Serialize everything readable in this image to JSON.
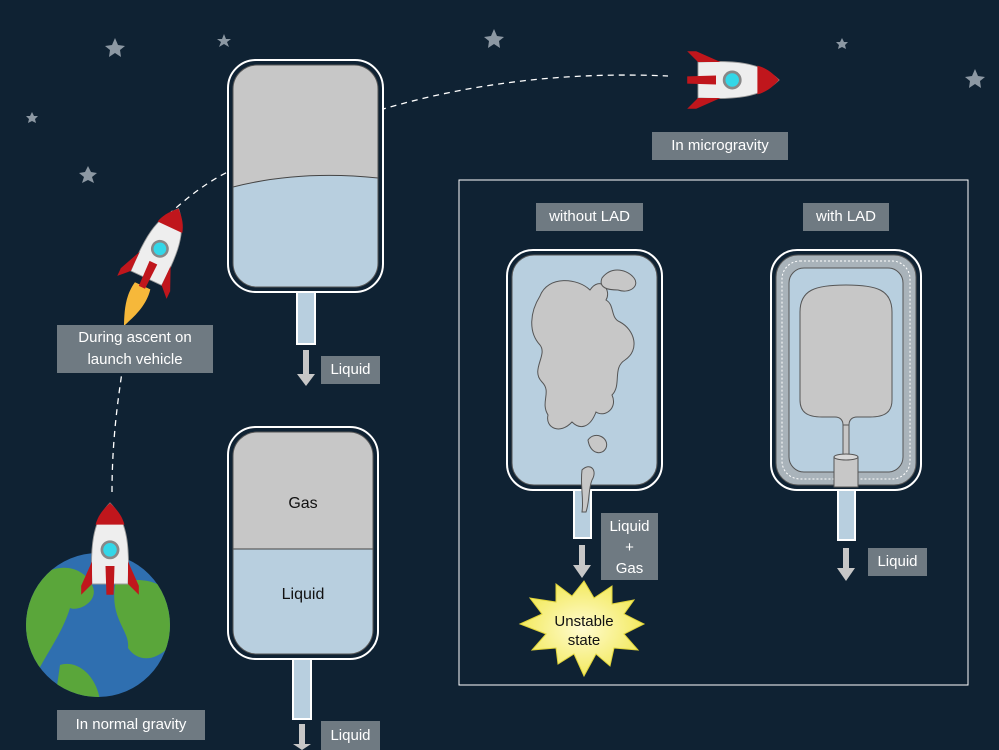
{
  "labels": {
    "in_microgravity": "In microgravity",
    "during_ascent": "During ascent on\nlaunch vehicle",
    "in_normal_gravity": "In normal gravity",
    "without_lad": "without LAD",
    "with_lad": "with LAD",
    "liquid_top_tank": "Liquid",
    "liquid_bottom_tank": "Liquid",
    "liquid_gas_out": "Liquid\n+\nGas",
    "liquid_lad_out": "Liquid",
    "unstable_state": "Unstable\nstate",
    "gas_layer": "Gas",
    "liquid_layer": "Liquid"
  },
  "colors": {
    "background": "#0f2233",
    "tank_gas": "#c7c7c7",
    "tank_liquid": "#b8cfdf",
    "label_box": "#6f7a82",
    "burst": "#f9f38a",
    "rocket_red": "#c0161c",
    "earth_ocean": "#2f6fb0",
    "earth_land": "#5aa63a"
  }
}
